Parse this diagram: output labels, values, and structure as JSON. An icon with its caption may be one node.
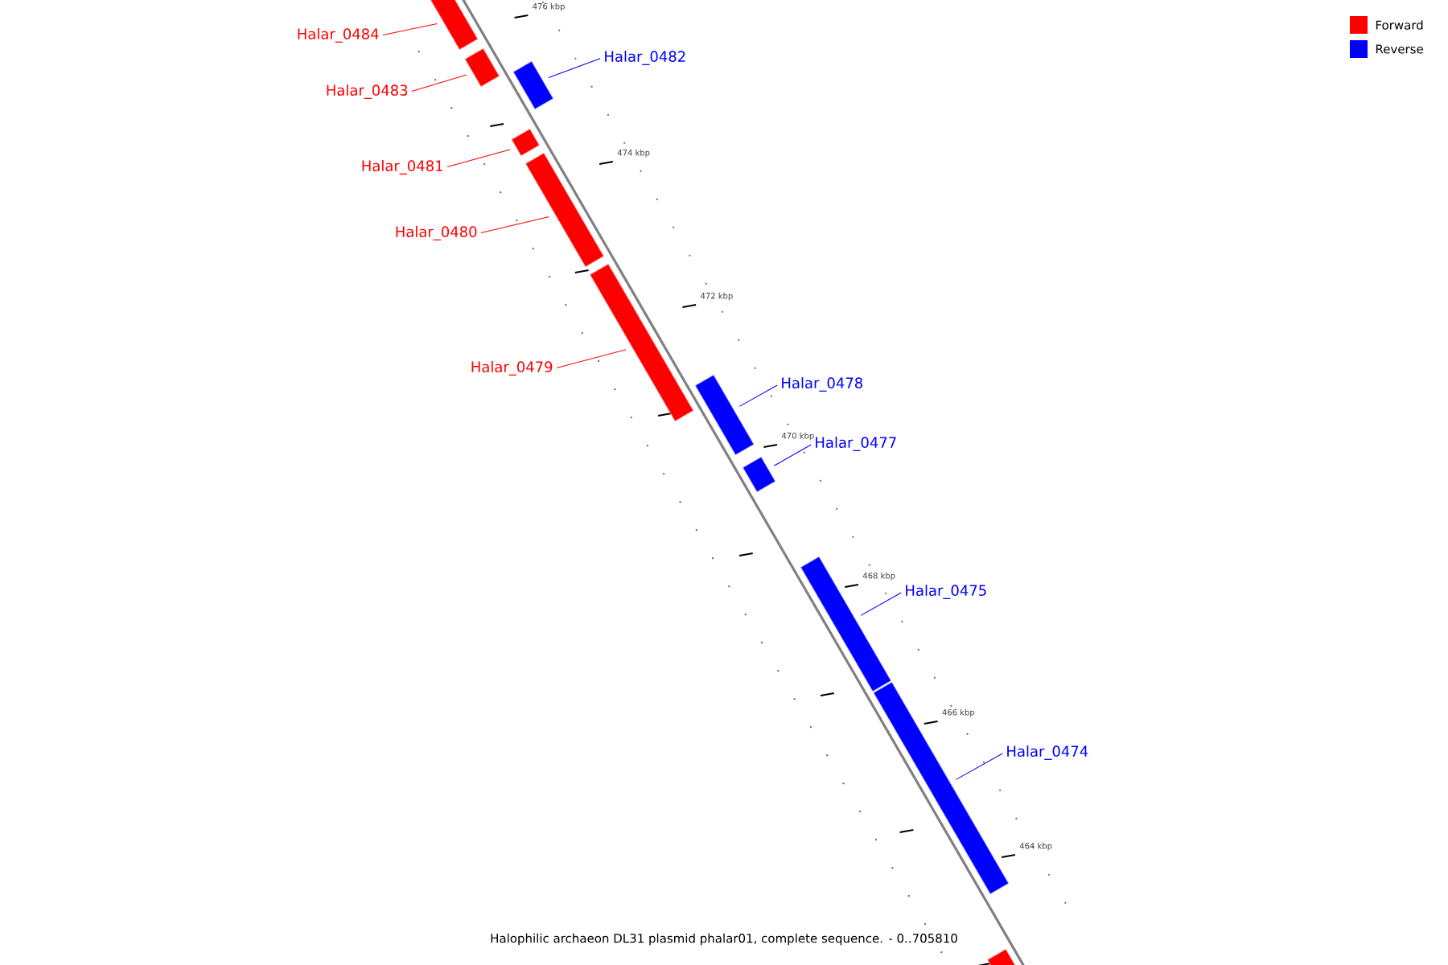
{
  "diagram": {
    "caption": "Halophilic archaeon DL31 plasmid phalar01, complete sequence. - 0..705810",
    "nodes": [
      {
        "text": [
          "Halar_0484"
        ]
      },
      {
        "text": [],
        "shape": "bar"
      },
      {
        "text": [
          "Halar_0483"
        ]
      },
      {
        "text": [],
        "shape": "bar"
      },
      {
        "text": [
          "Halar_0482"
        ]
      },
      {
        "text": [],
        "shape": "bar"
      },
      {
        "text": [
          "Halar_0481"
        ]
      },
      {
        "text": [],
        "shape": "bar"
      },
      {
        "text": [
          "Halar_0480"
        ]
      },
      {
        "text": [],
        "shape": "bar"
      },
      {
        "text": [
          "Halar_0479"
        ]
      },
      {
        "text": [],
        "shape": "bar"
      },
      {
        "text": [
          "Halar_0478"
        ]
      },
      {
        "text": [],
        "shape": "bar"
      },
      {
        "text": [
          "Halar_0477"
        ]
      },
      {
        "text": [],
        "shape": "bar"
      },
      {
        "text": [
          "Halar_0475"
        ]
      },
      {
        "text": [],
        "shape": "bar"
      },
      {
        "text": [
          "Halar_0474"
        ]
      },
      {
        "text": [],
        "shape": "bar"
      },
      {
        "text": [],
        "shape": "bar"
      }
    ],
    "edges": [
      {
        "from": 0,
        "to": 1,
        "arrow": "none",
        "color": "#ff0000"
      },
      {
        "from": 2,
        "to": 3,
        "arrow": "none",
        "color": "#ff0000"
      },
      {
        "from": 4,
        "to": 5,
        "arrow": "none",
        "color": "#0000ff"
      },
      {
        "from": 6,
        "to": 7,
        "arrow": "none",
        "color": "#ff0000"
      },
      {
        "from": 8,
        "to": 9,
        "arrow": "none",
        "color": "#ff0000"
      },
      {
        "from": 10,
        "to": 11,
        "arrow": "none",
        "color": "#ff0000"
      },
      {
        "from": 12,
        "to": 13,
        "arrow": "none",
        "color": "#0000ff"
      },
      {
        "from": 14,
        "to": 15,
        "arrow": "none",
        "color": "#0000ff"
      },
      {
        "from": 16,
        "to": 17,
        "arrow": "none",
        "color": "#0000ff"
      },
      {
        "from": 18,
        "to": 19,
        "arrow": "none",
        "color": "#0000ff"
      }
    ],
    "labels": [
      "476 kbp",
      "474 kbp",
      "472 kbp",
      "470 kbp",
      "468 kbp",
      "466 kbp",
      "464 kbp"
    ],
    "legend": [
      {
        "text": "Forward",
        "color": "#ff0000"
      },
      {
        "text": "Reverse",
        "color": "#0000ff"
      }
    ]
  }
}
